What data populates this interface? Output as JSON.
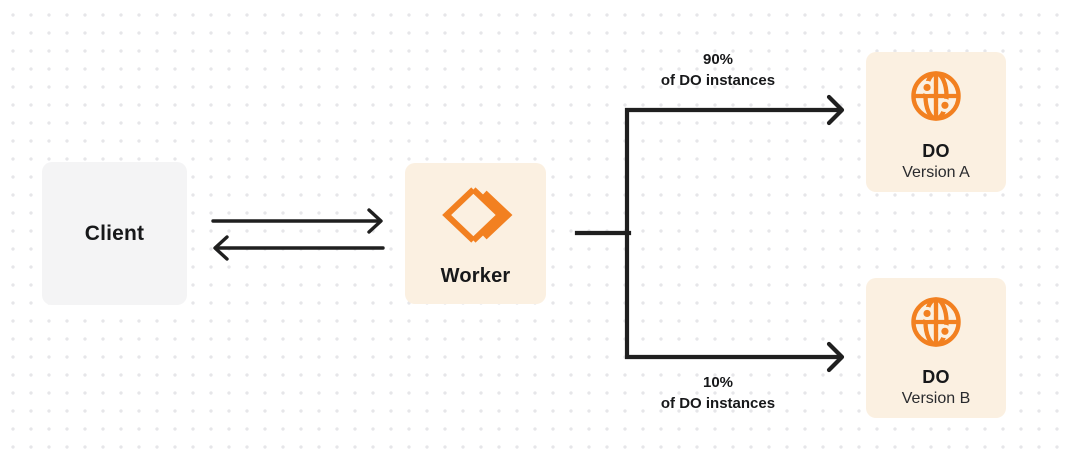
{
  "colors": {
    "background": "#ffffff",
    "grid_dot": "#e6e6e9",
    "line": "#1f1f1f",
    "text": "#17181a",
    "subtitle_text": "#2a2b2e",
    "client_node_bg": "#f4f4f5",
    "cream_node_bg": "#fbf0e1",
    "orange": "#f28020"
  },
  "nodes": {
    "client": {
      "label": "Client"
    },
    "worker": {
      "label": "Worker",
      "icon": "workers-logo-icon"
    },
    "do_a": {
      "title": "DO",
      "subtitle": "Version A",
      "icon": "globe-icon"
    },
    "do_b": {
      "title": "DO",
      "subtitle": "Version B",
      "icon": "globe-icon"
    }
  },
  "edges": {
    "split_top": {
      "percent": "90%",
      "caption": "of DO instances"
    },
    "split_bottom": {
      "percent": "10%",
      "caption": "of DO instances"
    }
  }
}
